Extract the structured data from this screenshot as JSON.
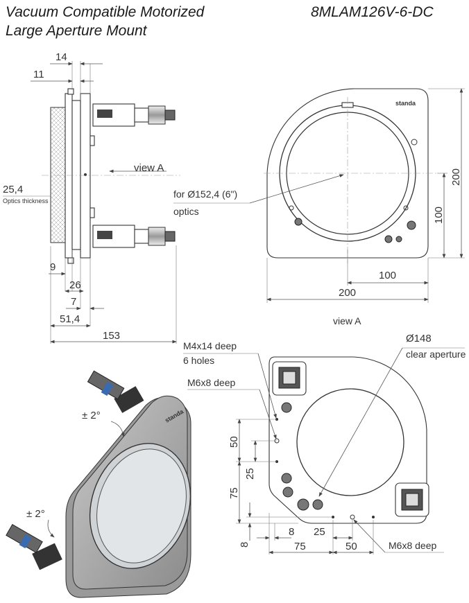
{
  "title": {
    "line1": "Vacuum Compatible Motorized",
    "line2": "Large Aperture Mount",
    "model": "8MLAM126V-6-DC"
  },
  "side_view": {
    "dims": {
      "d14": "14",
      "d11": "11",
      "d9": "9",
      "d26": "26",
      "d7": "7",
      "d51": "51,4",
      "d153": "153"
    },
    "optics_thickness_value": "25,4",
    "optics_thickness_label": "Optics thickness",
    "view_a_arrow": "view A"
  },
  "front_view": {
    "brand": "standa",
    "optics_for": "for Ø152,4 (6\")",
    "optics_word": "optics",
    "dims": {
      "d200v": "200",
      "d100v": "100",
      "d100h": "100",
      "d200h": "200"
    }
  },
  "iso_view": {
    "tilt_top": "± 2°",
    "tilt_left": "± 2°",
    "brand": "standa"
  },
  "view_a": {
    "heading": "view A",
    "thread1": "M4x14 deep",
    "thread1_count": "6 holes",
    "thread2": "M6x8 deep",
    "aperture": "Ø148",
    "aperture_label": "clear aperture",
    "thread3": "M6x8 deep",
    "dims": {
      "d50v": "50",
      "d25v": "25",
      "d75v": "75",
      "d8v": "8",
      "d8h": "8",
      "d25h": "25",
      "d75h": "75",
      "d50h": "50"
    }
  }
}
